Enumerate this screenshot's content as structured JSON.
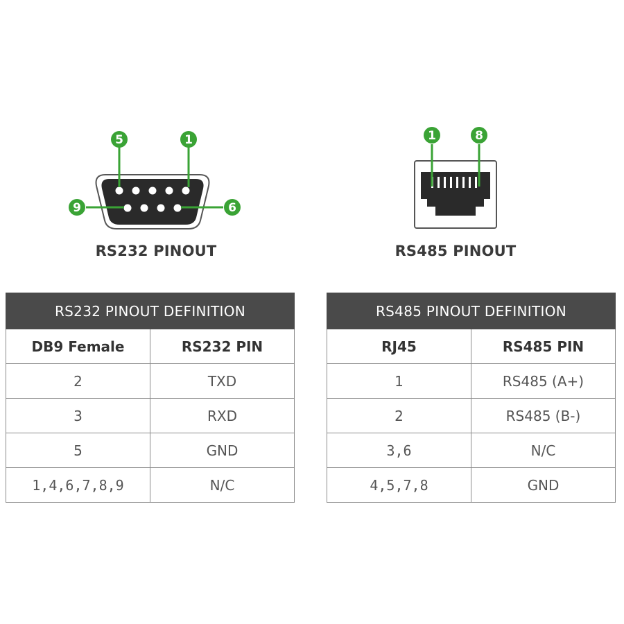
{
  "rs232": {
    "caption": "RS232 PINOUT",
    "pin_labels": {
      "top_left": "5",
      "top_right": "1",
      "bottom_left": "9",
      "bottom_right": "6"
    },
    "table": {
      "title": "RS232 PINOUT DEFINITION",
      "headers": [
        "DB9 Female",
        "RS232 PIN"
      ],
      "rows": [
        [
          "2",
          "TXD"
        ],
        [
          "3",
          "RXD"
        ],
        [
          "5",
          "GND"
        ],
        [
          "1,4,6,7,8,9",
          "N/C"
        ]
      ]
    }
  },
  "rs485": {
    "caption": "RS485 PINOUT",
    "pin_labels": {
      "left": "1",
      "right": "8"
    },
    "table": {
      "title": "RS485 PINOUT DEFINITION",
      "headers": [
        "RJ45",
        "RS485 PIN"
      ],
      "rows": [
        [
          "1",
          "RS485 (A+)"
        ],
        [
          "2",
          "RS485 (B-)"
        ],
        [
          "3,6",
          "N/C"
        ],
        [
          "4,5,7,8",
          "GND"
        ]
      ]
    }
  },
  "colors": {
    "pin_marker_green": "#3aa335",
    "connector_body": "#2a2a2a",
    "table_header": "#4a4a4a"
  },
  "icons": {
    "db9": "db9-female-connector-icon",
    "rj45": "rj45-port-icon"
  }
}
